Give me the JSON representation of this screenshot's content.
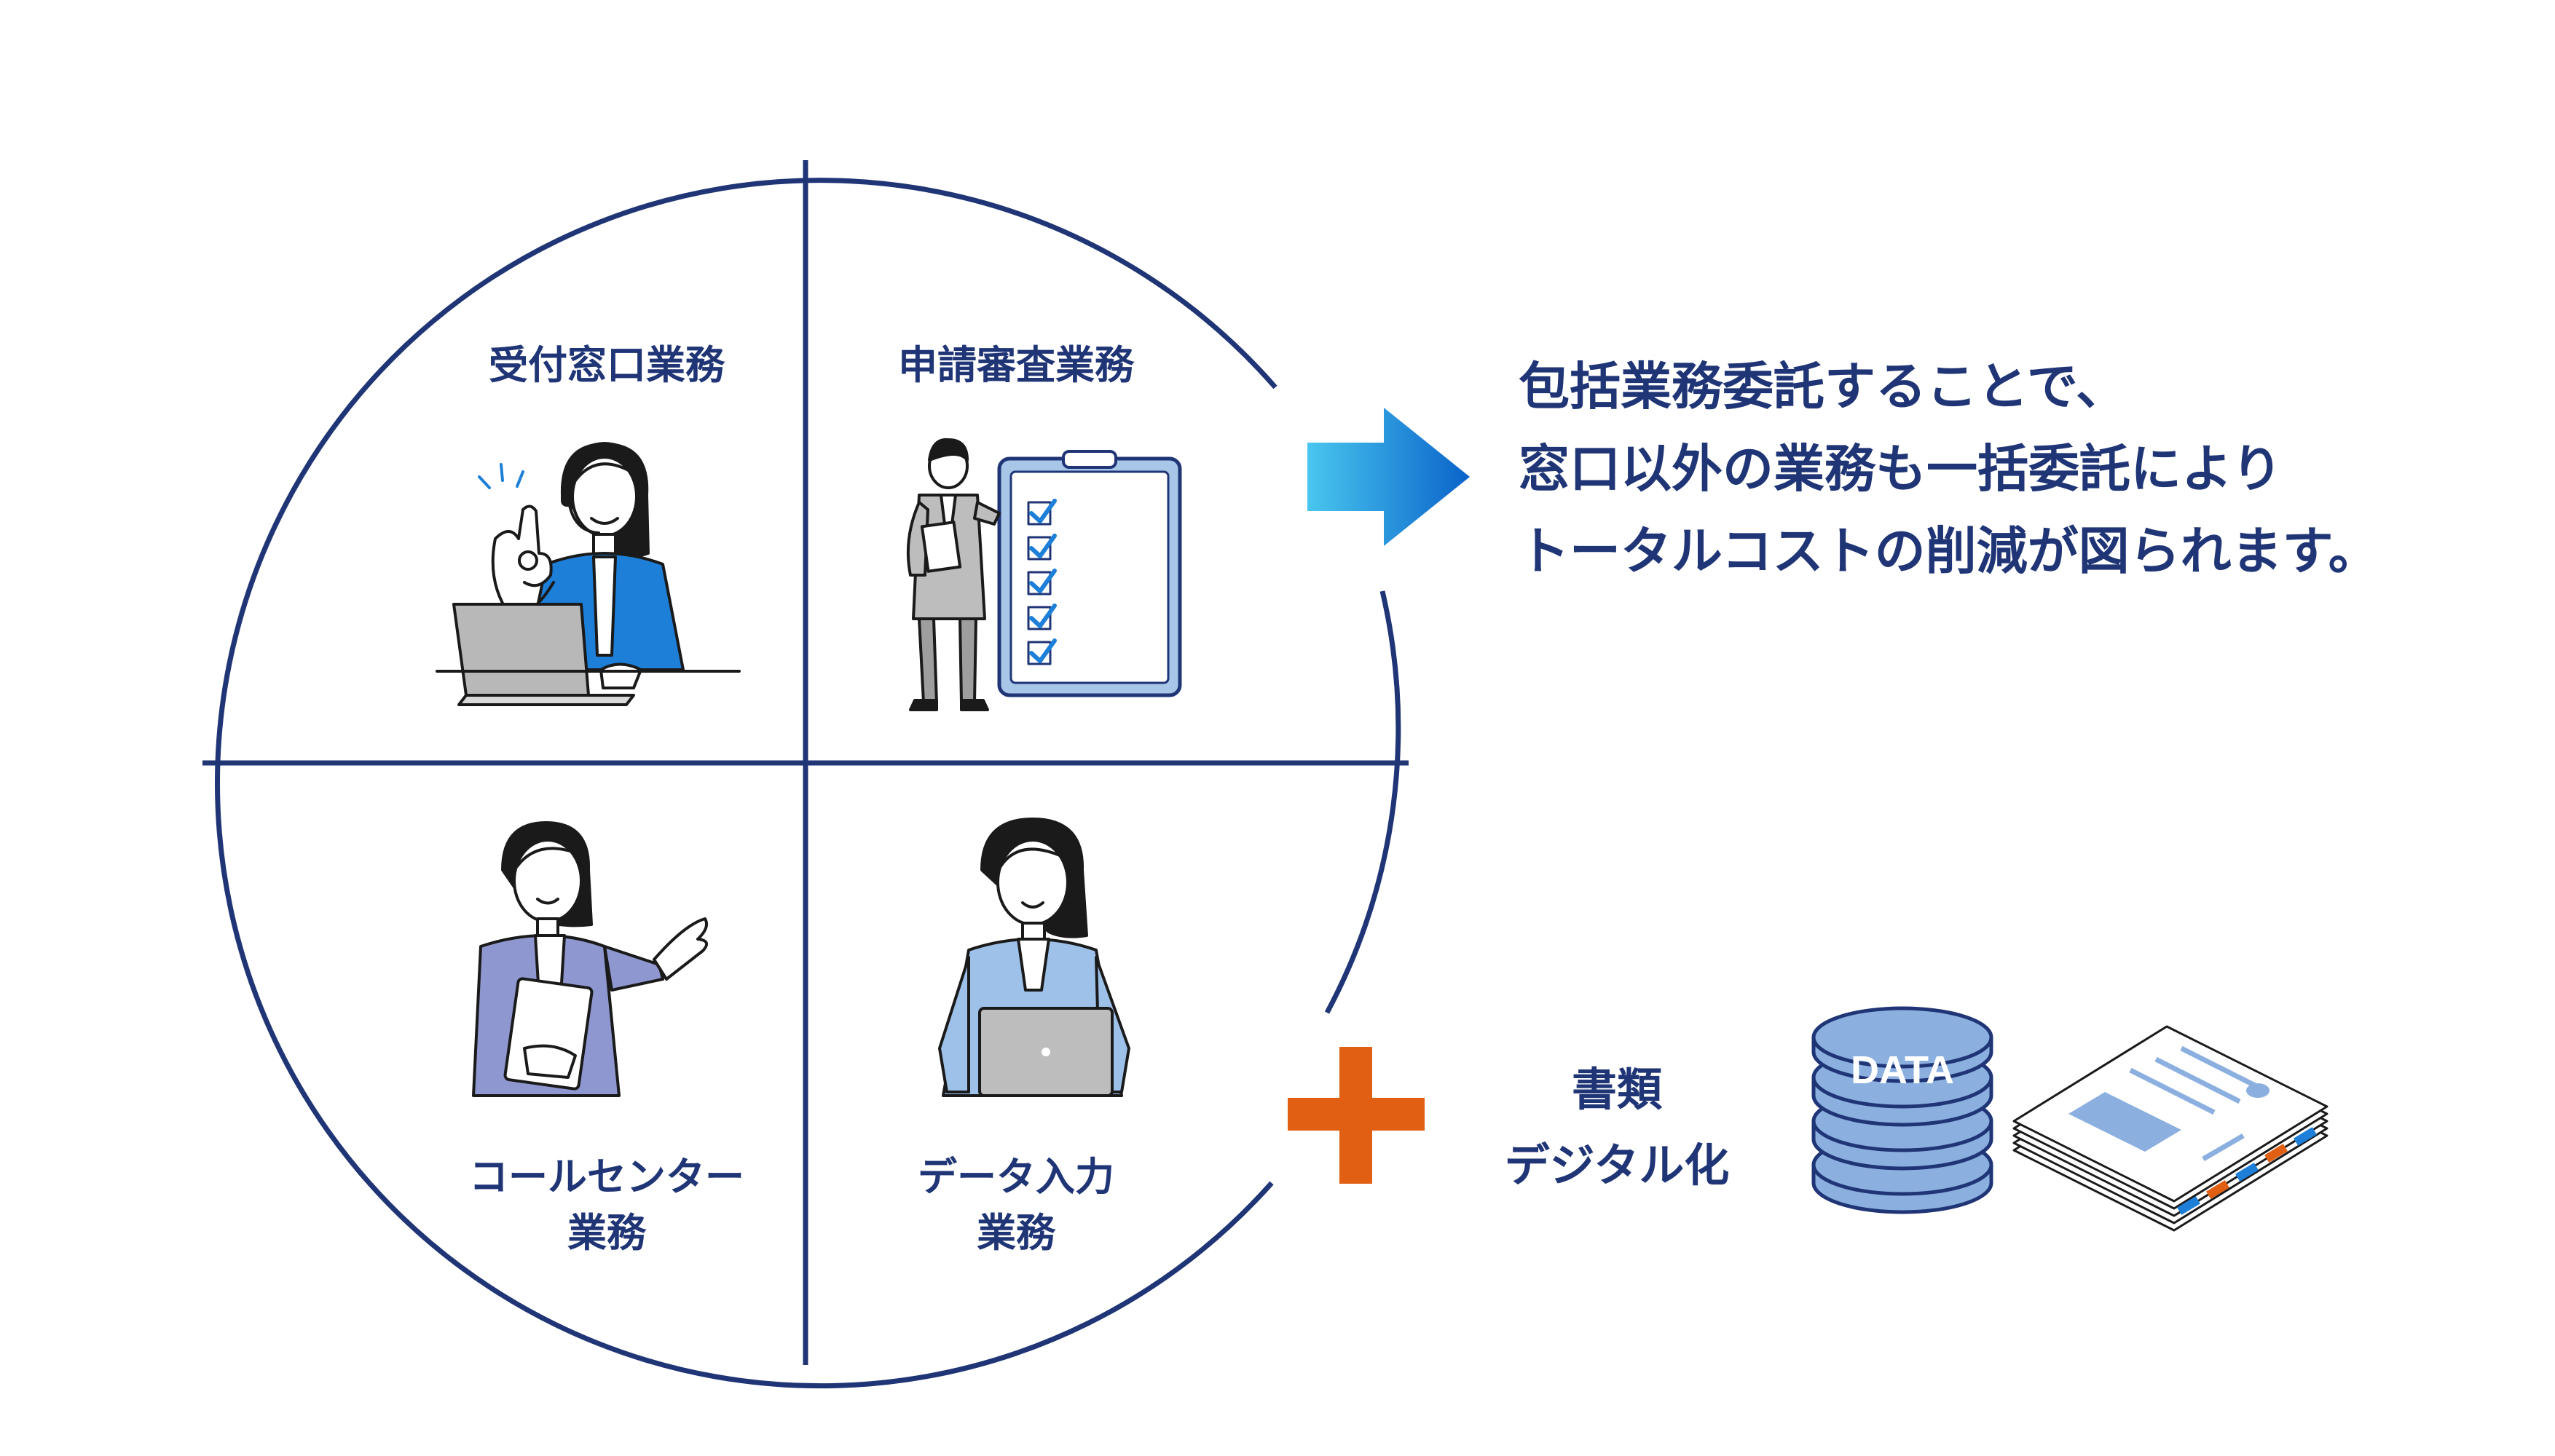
{
  "quadrants": {
    "top_left": {
      "label": "受付窓口業務"
    },
    "top_right": {
      "label": "申請審査業務"
    },
    "bottom_left": {
      "label_line1": "コールセンター",
      "label_line2": "業務"
    },
    "bottom_right": {
      "label_line1": "データ入力",
      "label_line2": "業務"
    }
  },
  "message": {
    "lines": [
      "包括業務委託することで、",
      "窓口以外の業務も一括委託により",
      "トータルコストの削減が図られます。"
    ]
  },
  "digitization": {
    "label_line1": "書類",
    "label_line2": "デジタル化",
    "database_text": "DATA"
  },
  "colors": {
    "navy": "#1f3576",
    "arrow_start": "#49c6ef",
    "arrow_end": "#0a63c9",
    "plus": "#e05f12",
    "db_fill": "#8bb0e0",
    "accent_blue": "#1e7fd8",
    "jacket_purple": "#8e97cf",
    "jacket_light": "#9ec1ea"
  },
  "icons": [
    "headset-operator-icon",
    "checklist-clipboard-icon",
    "call-center-woman-icon",
    "data-entry-woman-icon",
    "arrow-right-icon",
    "plus-icon",
    "database-icon",
    "documents-stack-icon"
  ]
}
